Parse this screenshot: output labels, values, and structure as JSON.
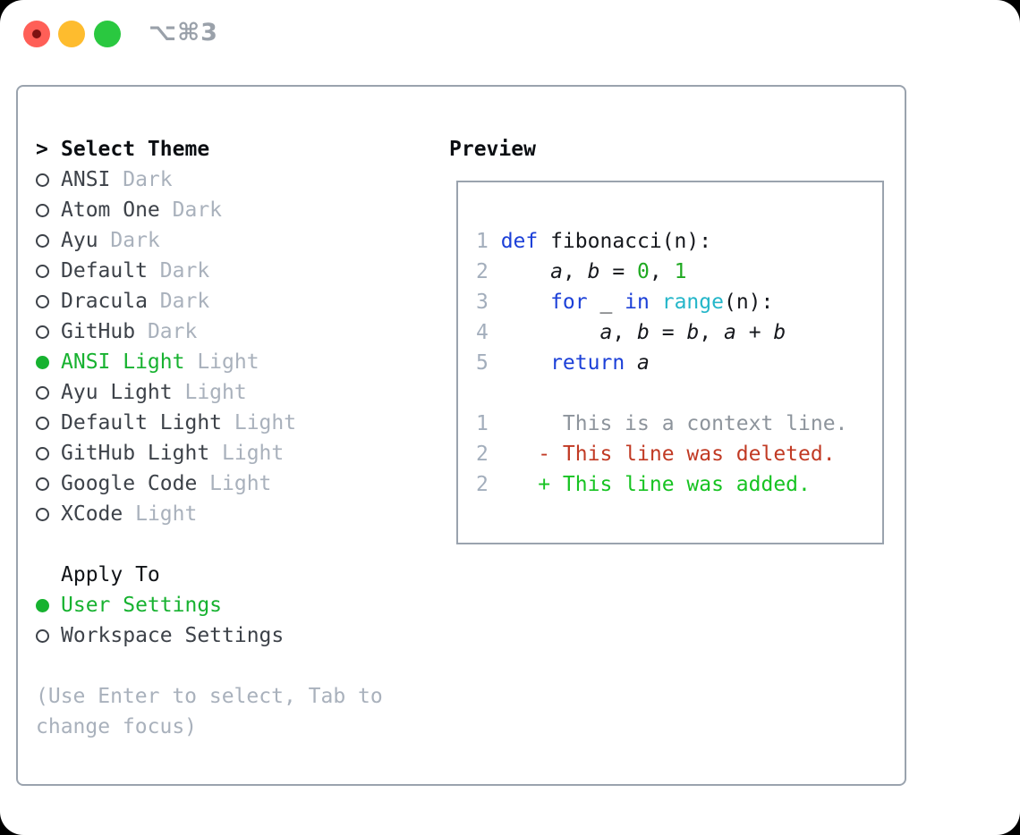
{
  "window": {
    "shortcut": "⌥⌘3",
    "traffic_lights": [
      {
        "name": "close",
        "color": "#ff5f57"
      },
      {
        "name": "minimize",
        "color": "#febc2e"
      },
      {
        "name": "zoom",
        "color": "#2ac840"
      }
    ]
  },
  "theme_panel": {
    "title_prefix": ">",
    "title": "Select Theme",
    "items": [
      {
        "label": "ANSI",
        "tag": "Dark",
        "selected": false
      },
      {
        "label": "Atom One",
        "tag": "Dark",
        "selected": false
      },
      {
        "label": "Ayu",
        "tag": "Dark",
        "selected": false
      },
      {
        "label": "Default",
        "tag": "Dark",
        "selected": false
      },
      {
        "label": "Dracula",
        "tag": "Dark",
        "selected": false
      },
      {
        "label": "GitHub",
        "tag": "Dark",
        "selected": false
      },
      {
        "label": "ANSI Light",
        "tag": "Light",
        "selected": true
      },
      {
        "label": "Ayu Light",
        "tag": "Light",
        "selected": false
      },
      {
        "label": "Default Light",
        "tag": "Light",
        "selected": false
      },
      {
        "label": "GitHub Light",
        "tag": "Light",
        "selected": false
      },
      {
        "label": "Google Code",
        "tag": "Light",
        "selected": false
      },
      {
        "label": "XCode",
        "tag": "Light",
        "selected": false
      }
    ],
    "apply_to": {
      "title": "Apply To",
      "options": [
        {
          "label": "User Settings",
          "selected": true
        },
        {
          "label": "Workspace Settings",
          "selected": false
        }
      ]
    },
    "hint": "(Use Enter to select, Tab to change focus)"
  },
  "preview": {
    "title": "Preview",
    "code_lines": [
      {
        "num": "1",
        "segments": [
          {
            "t": "def",
            "c": "kw"
          },
          {
            "t": " fibonacci(n):",
            "c": "plain"
          }
        ]
      },
      {
        "num": "2",
        "segments": [
          {
            "t": "    ",
            "c": "plain"
          },
          {
            "t": "a",
            "c": "var"
          },
          {
            "t": ", ",
            "c": "plain"
          },
          {
            "t": "b",
            "c": "var"
          },
          {
            "t": " = ",
            "c": "plain"
          },
          {
            "t": "0",
            "c": "num"
          },
          {
            "t": ", ",
            "c": "plain"
          },
          {
            "t": "1",
            "c": "num"
          }
        ]
      },
      {
        "num": "3",
        "segments": [
          {
            "t": "    ",
            "c": "plain"
          },
          {
            "t": "for",
            "c": "kw"
          },
          {
            "t": " _ ",
            "c": "plain"
          },
          {
            "t": "in",
            "c": "kw"
          },
          {
            "t": " ",
            "c": "plain"
          },
          {
            "t": "range",
            "c": "cy"
          },
          {
            "t": "(n):",
            "c": "plain"
          }
        ]
      },
      {
        "num": "4",
        "segments": [
          {
            "t": "        ",
            "c": "plain"
          },
          {
            "t": "a",
            "c": "var"
          },
          {
            "t": ", ",
            "c": "plain"
          },
          {
            "t": "b",
            "c": "var"
          },
          {
            "t": " = ",
            "c": "plain"
          },
          {
            "t": "b",
            "c": "var"
          },
          {
            "t": ", ",
            "c": "plain"
          },
          {
            "t": "a",
            "c": "var"
          },
          {
            "t": " + ",
            "c": "plain"
          },
          {
            "t": "b",
            "c": "var"
          }
        ]
      },
      {
        "num": "5",
        "segments": [
          {
            "t": "    ",
            "c": "plain"
          },
          {
            "t": "return",
            "c": "kw"
          },
          {
            "t": " ",
            "c": "plain"
          },
          {
            "t": "a",
            "c": "var"
          }
        ]
      },
      {
        "num": "",
        "segments": []
      },
      {
        "num": "1",
        "segments": [
          {
            "t": "     This is a context line.",
            "c": "ctx"
          }
        ]
      },
      {
        "num": "2",
        "segments": [
          {
            "t": "   - This line was deleted.",
            "c": "del"
          }
        ]
      },
      {
        "num": "2",
        "segments": [
          {
            "t": "   + This line was added.",
            "c": "add"
          }
        ]
      }
    ]
  },
  "colors": {
    "selection_green": "#17b230",
    "keyword_blue": "#1c40d8",
    "builtin_cyan": "#24b6c9",
    "number_green": "#1fa921",
    "added_green": "#17c322",
    "deleted_red": "#c13a24",
    "context_gray": "#8d949c",
    "muted_gray": "#a9b1bc",
    "line_number_gray": "#a3aebc",
    "text_dark": "#3d4249",
    "code_black": "#16181d",
    "border_gray": "#9aa3ae",
    "traffic_red": "#ff5f57",
    "traffic_yellow": "#febc2e",
    "traffic_green": "#2ac840"
  }
}
